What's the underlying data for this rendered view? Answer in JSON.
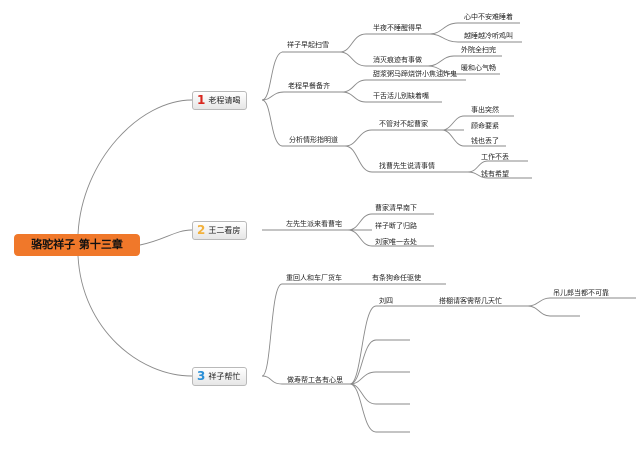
{
  "root": {
    "label": "骆驼祥子 第十三章"
  },
  "topics": [
    {
      "num": "1",
      "num_color": "#d9271e",
      "label": "老程请喝"
    },
    {
      "num": "2",
      "num_color": "#f2b13c",
      "label": "王二看房"
    },
    {
      "num": "3",
      "num_color": "#2b8fd6",
      "label": "祥子帮忙"
    }
  ],
  "nodes": {
    "t1_a": "祥子早起扫雪",
    "t1_a1": "半夜不睡醒得早",
    "t1_a1a": "心中不安难睡着",
    "t1_a1b": "越睡越冷听鸡叫",
    "t1_a2": "消灭痕迹有事做",
    "t1_a2a": "外院全扫完",
    "t1_a2b": "暖和心气畅",
    "t1_b": "老程早餐备齐",
    "t1_b1": "甜浆粥马蹄烧饼小焦油炸鬼",
    "t1_b2": "干舌活儿别缺着嘴",
    "t1_c": "分析情形指明道",
    "t1_c1": "不管对不起曹家",
    "t1_c1a": "事出突然",
    "t1_c1b": "顾命要紧",
    "t1_c1c": "钱也丢了",
    "t1_c2": "找曹先生说清事情",
    "t1_c2a": "工作不丢",
    "t1_c2b": "钱有希望",
    "t2_a": "左先生派来看曹宅",
    "t2_a1": "曹家清早南下",
    "t2_a2": "祥子断了归路",
    "t2_a3": "刘家唯一去处",
    "t3_a": "重回人和车厂货车",
    "t3_a1": "有条狗命任驱使",
    "t3_b": "做寿帮工各有心思",
    "t3_b1": "刘四",
    "t3_b1a": "搭棚请客需帮几天忙",
    "t3_b1a1": "吊儿郎当都不可靠"
  }
}
